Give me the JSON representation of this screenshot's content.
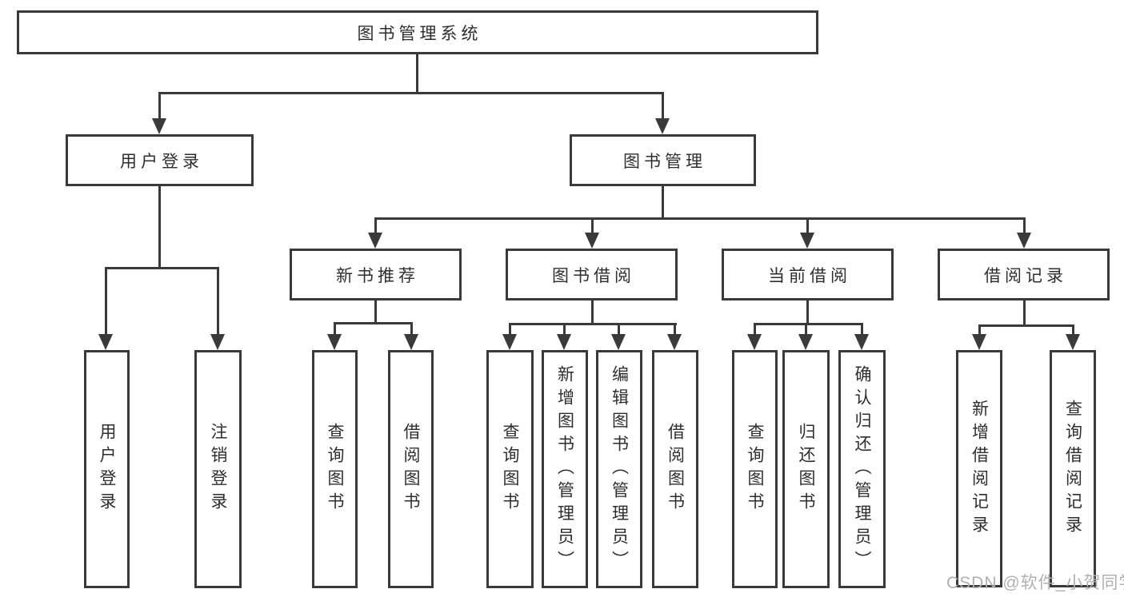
{
  "title": "图书管理系统",
  "level2": {
    "user_login": "用户登录",
    "book_mgmt": "图书管理"
  },
  "level3": {
    "new_books": "新书推荐",
    "book_borrow": "图书借阅",
    "current_borrow": "当前借阅",
    "borrow_records": "借阅记录"
  },
  "leaves": {
    "user_login": [
      "用户登录",
      "注销登录"
    ],
    "new_books": [
      "查询图书",
      "借阅图书"
    ],
    "book_borrow": [
      "查询图书",
      "新增图书（管理员）",
      "编辑图书（管理员）",
      "借阅图书"
    ],
    "current_borrow": [
      "查询图书",
      "归还图书",
      "确认归还（管理员）"
    ],
    "borrow_records": [
      "新增借阅记录",
      "查询借阅记录"
    ]
  },
  "watermark": "CSDN @软件_小贺同学",
  "colors": {
    "line": "#3a3a3a",
    "text": "#2e2e2e",
    "watermark": "#b0b0b0",
    "background": "#ffffff"
  }
}
